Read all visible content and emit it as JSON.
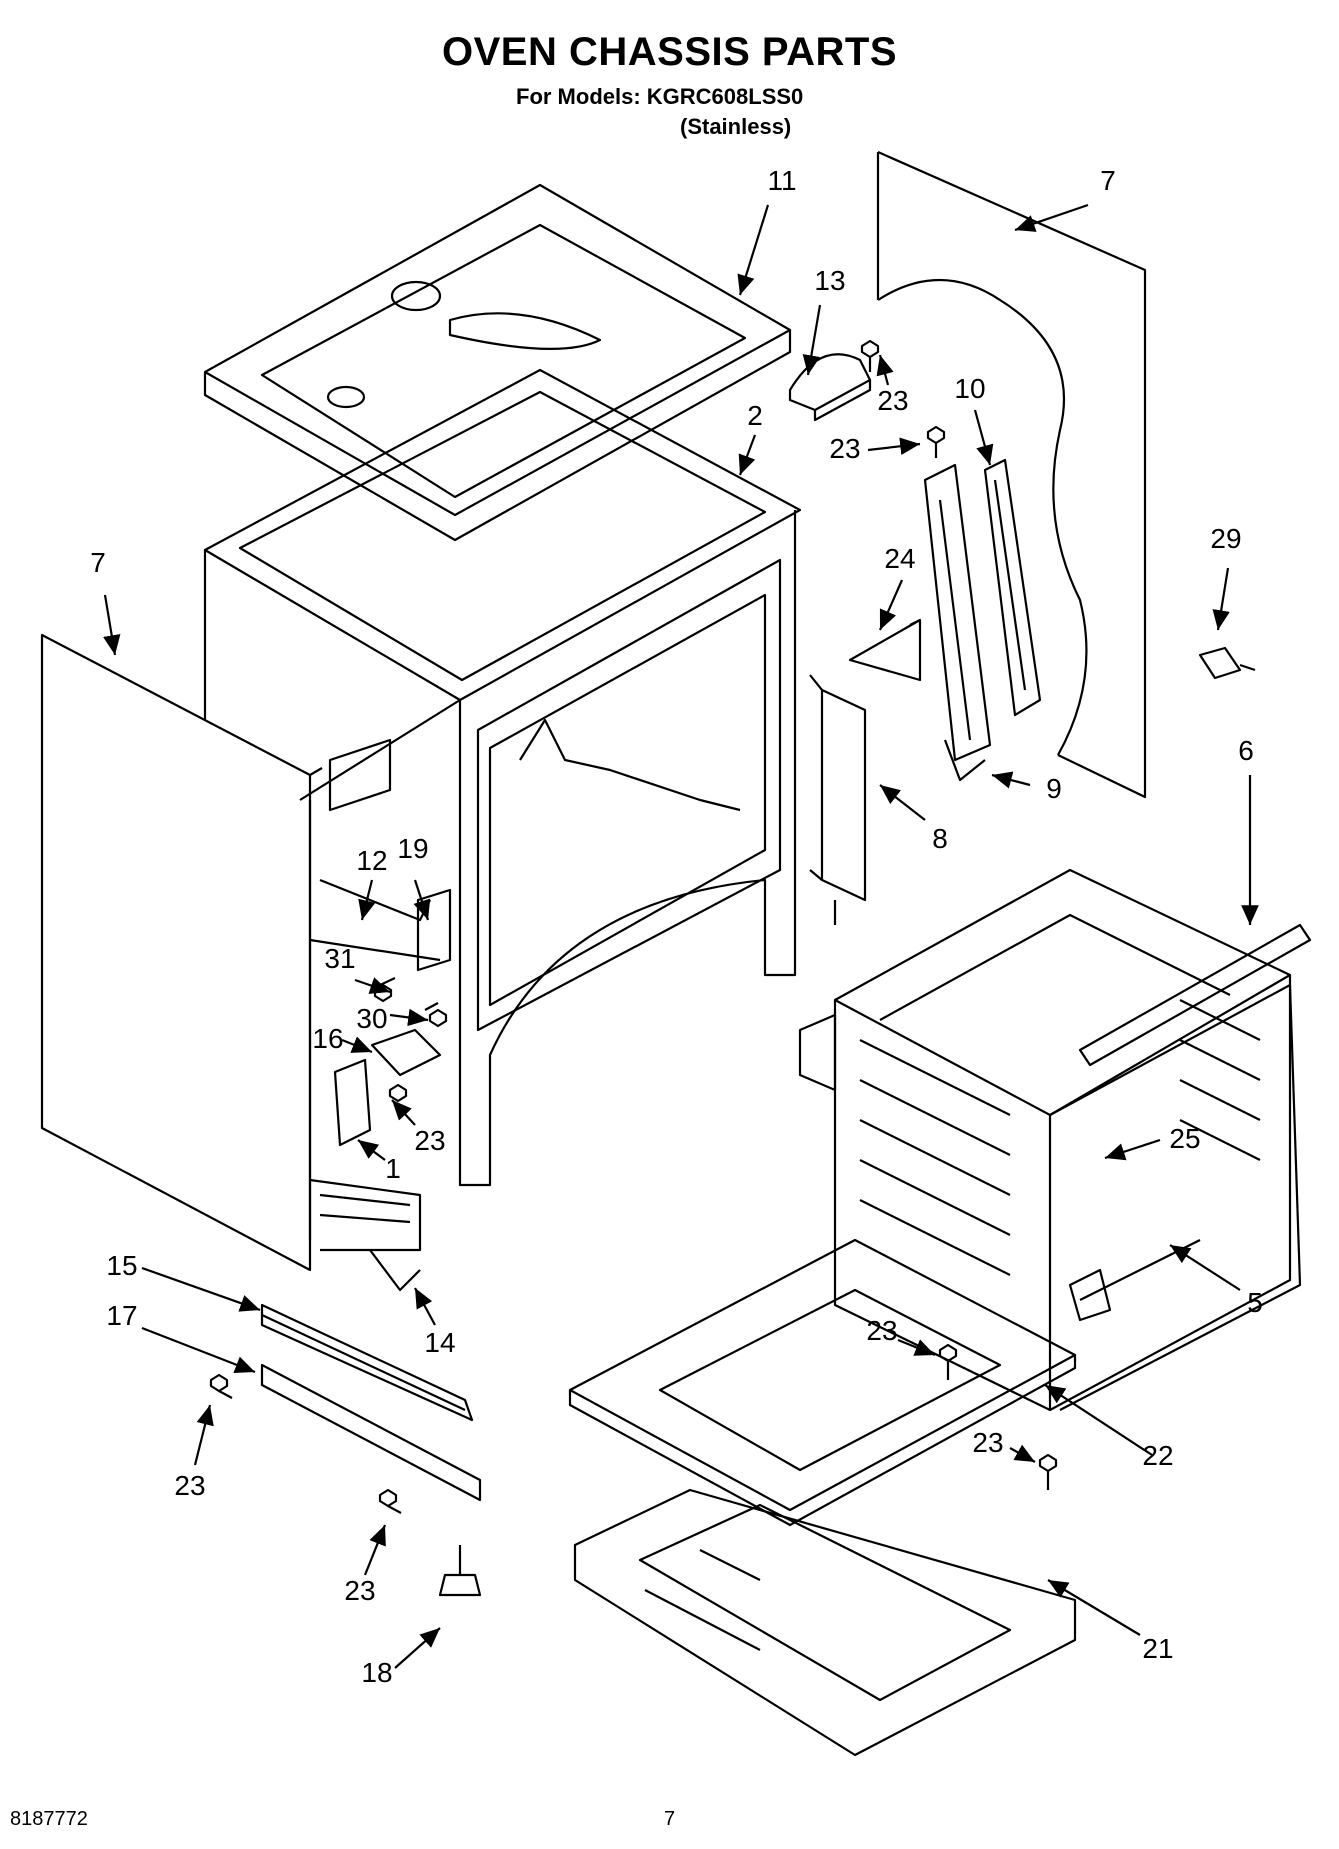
{
  "header": {
    "title": "OVEN CHASSIS PARTS",
    "models_line": "For Models: KGRC608LSS0",
    "variant_line": "(Stainless)"
  },
  "callouts": [
    {
      "label": "11"
    },
    {
      "label": "7"
    },
    {
      "label": "13"
    },
    {
      "label": "23"
    },
    {
      "label": "2"
    },
    {
      "label": "10"
    },
    {
      "label": "23"
    },
    {
      "label": "29"
    },
    {
      "label": "7"
    },
    {
      "label": "24"
    },
    {
      "label": "9"
    },
    {
      "label": "6"
    },
    {
      "label": "8"
    },
    {
      "label": "12"
    },
    {
      "label": "19"
    },
    {
      "label": "31"
    },
    {
      "label": "30"
    },
    {
      "label": "16"
    },
    {
      "label": "23"
    },
    {
      "label": "1"
    },
    {
      "label": "25"
    },
    {
      "label": "15"
    },
    {
      "label": "14"
    },
    {
      "label": "5"
    },
    {
      "label": "17"
    },
    {
      "label": "23"
    },
    {
      "label": "23"
    },
    {
      "label": "22"
    },
    {
      "label": "23"
    },
    {
      "label": "23"
    },
    {
      "label": "18"
    },
    {
      "label": "21"
    }
  ],
  "footer": {
    "doc_number": "8187772",
    "page_number": "7"
  }
}
